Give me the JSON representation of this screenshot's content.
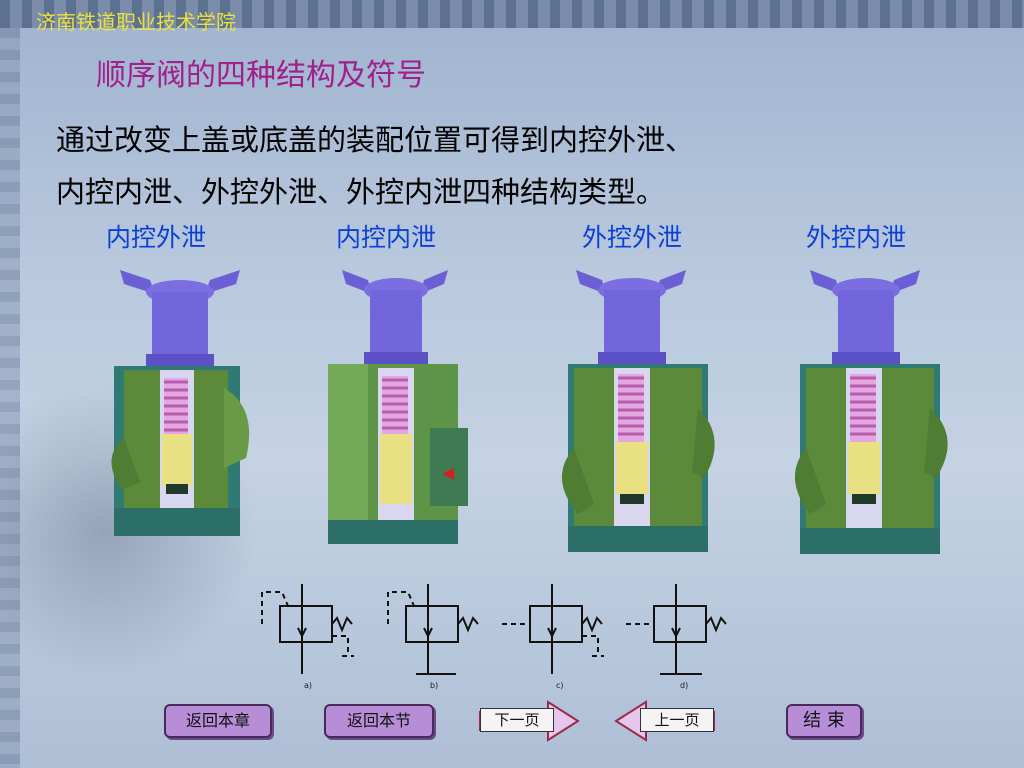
{
  "header": {
    "school": "济南铁道职业技术学院",
    "title": "顺序阀的四种结构及符号"
  },
  "content": {
    "line1": "通过改变上盖或底盖的装配位置可得到内控外泄、",
    "line2": "内控内泄、外控外泄、外控内泄四种结构类型。"
  },
  "valves": [
    {
      "label": "内控外泄",
      "symbol_caption": "a)"
    },
    {
      "label": "内控内泄",
      "symbol_caption": "b)"
    },
    {
      "label": "外控外泄",
      "symbol_caption": "c)"
    },
    {
      "label": "外控内泄",
      "symbol_caption": "d)"
    }
  ],
  "nav": {
    "back_chapter": "返回本章",
    "back_section": "返回本节",
    "next_page": "下一页",
    "prev_page": "上一页",
    "end": "结 束"
  },
  "colors": {
    "title": "#a0208c",
    "label": "#0b3fd8",
    "school": "#e8e23a",
    "button": "#b78dd8"
  }
}
